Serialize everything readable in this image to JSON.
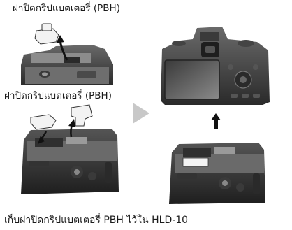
{
  "captions": {
    "top": "ฝาปิดกริปแบตเตอรี่ (PBH)",
    "middle": "ฝาปิดกริปแบตเตอรี่ (PBH)",
    "bottom": "เก็บฝาปิดกริปแบตเตอรี่ PBH ไว้ใน HLD-10"
  },
  "colors": {
    "body_dark": "#2b2b2b",
    "body_mid": "#5a5a5a",
    "body_light": "#9a9a9a",
    "cover": "#f2f2f2",
    "step_arrow": "#c8c8c8",
    "arrow": "#111111"
  }
}
